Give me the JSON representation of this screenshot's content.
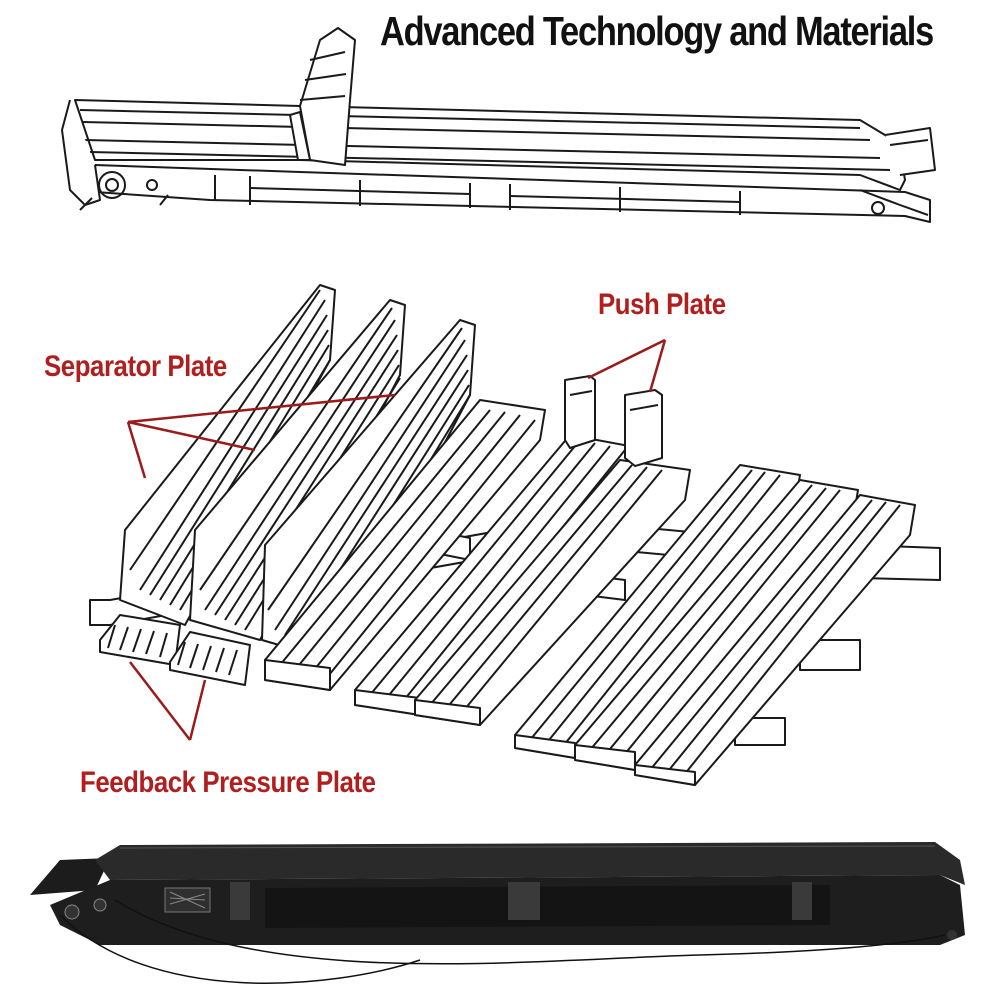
{
  "title": "Advanced Technology and Materials",
  "callouts": {
    "separator_plate": "Separator Plate",
    "push_plate": "Push Plate",
    "feedback_pressure_plate": "Feedback Pressure Plate"
  },
  "colors": {
    "callout": "#b01e1e",
    "line_art": "#1a1a1a",
    "belt_dark": "#1c1c1c",
    "background": "#ffffff"
  }
}
